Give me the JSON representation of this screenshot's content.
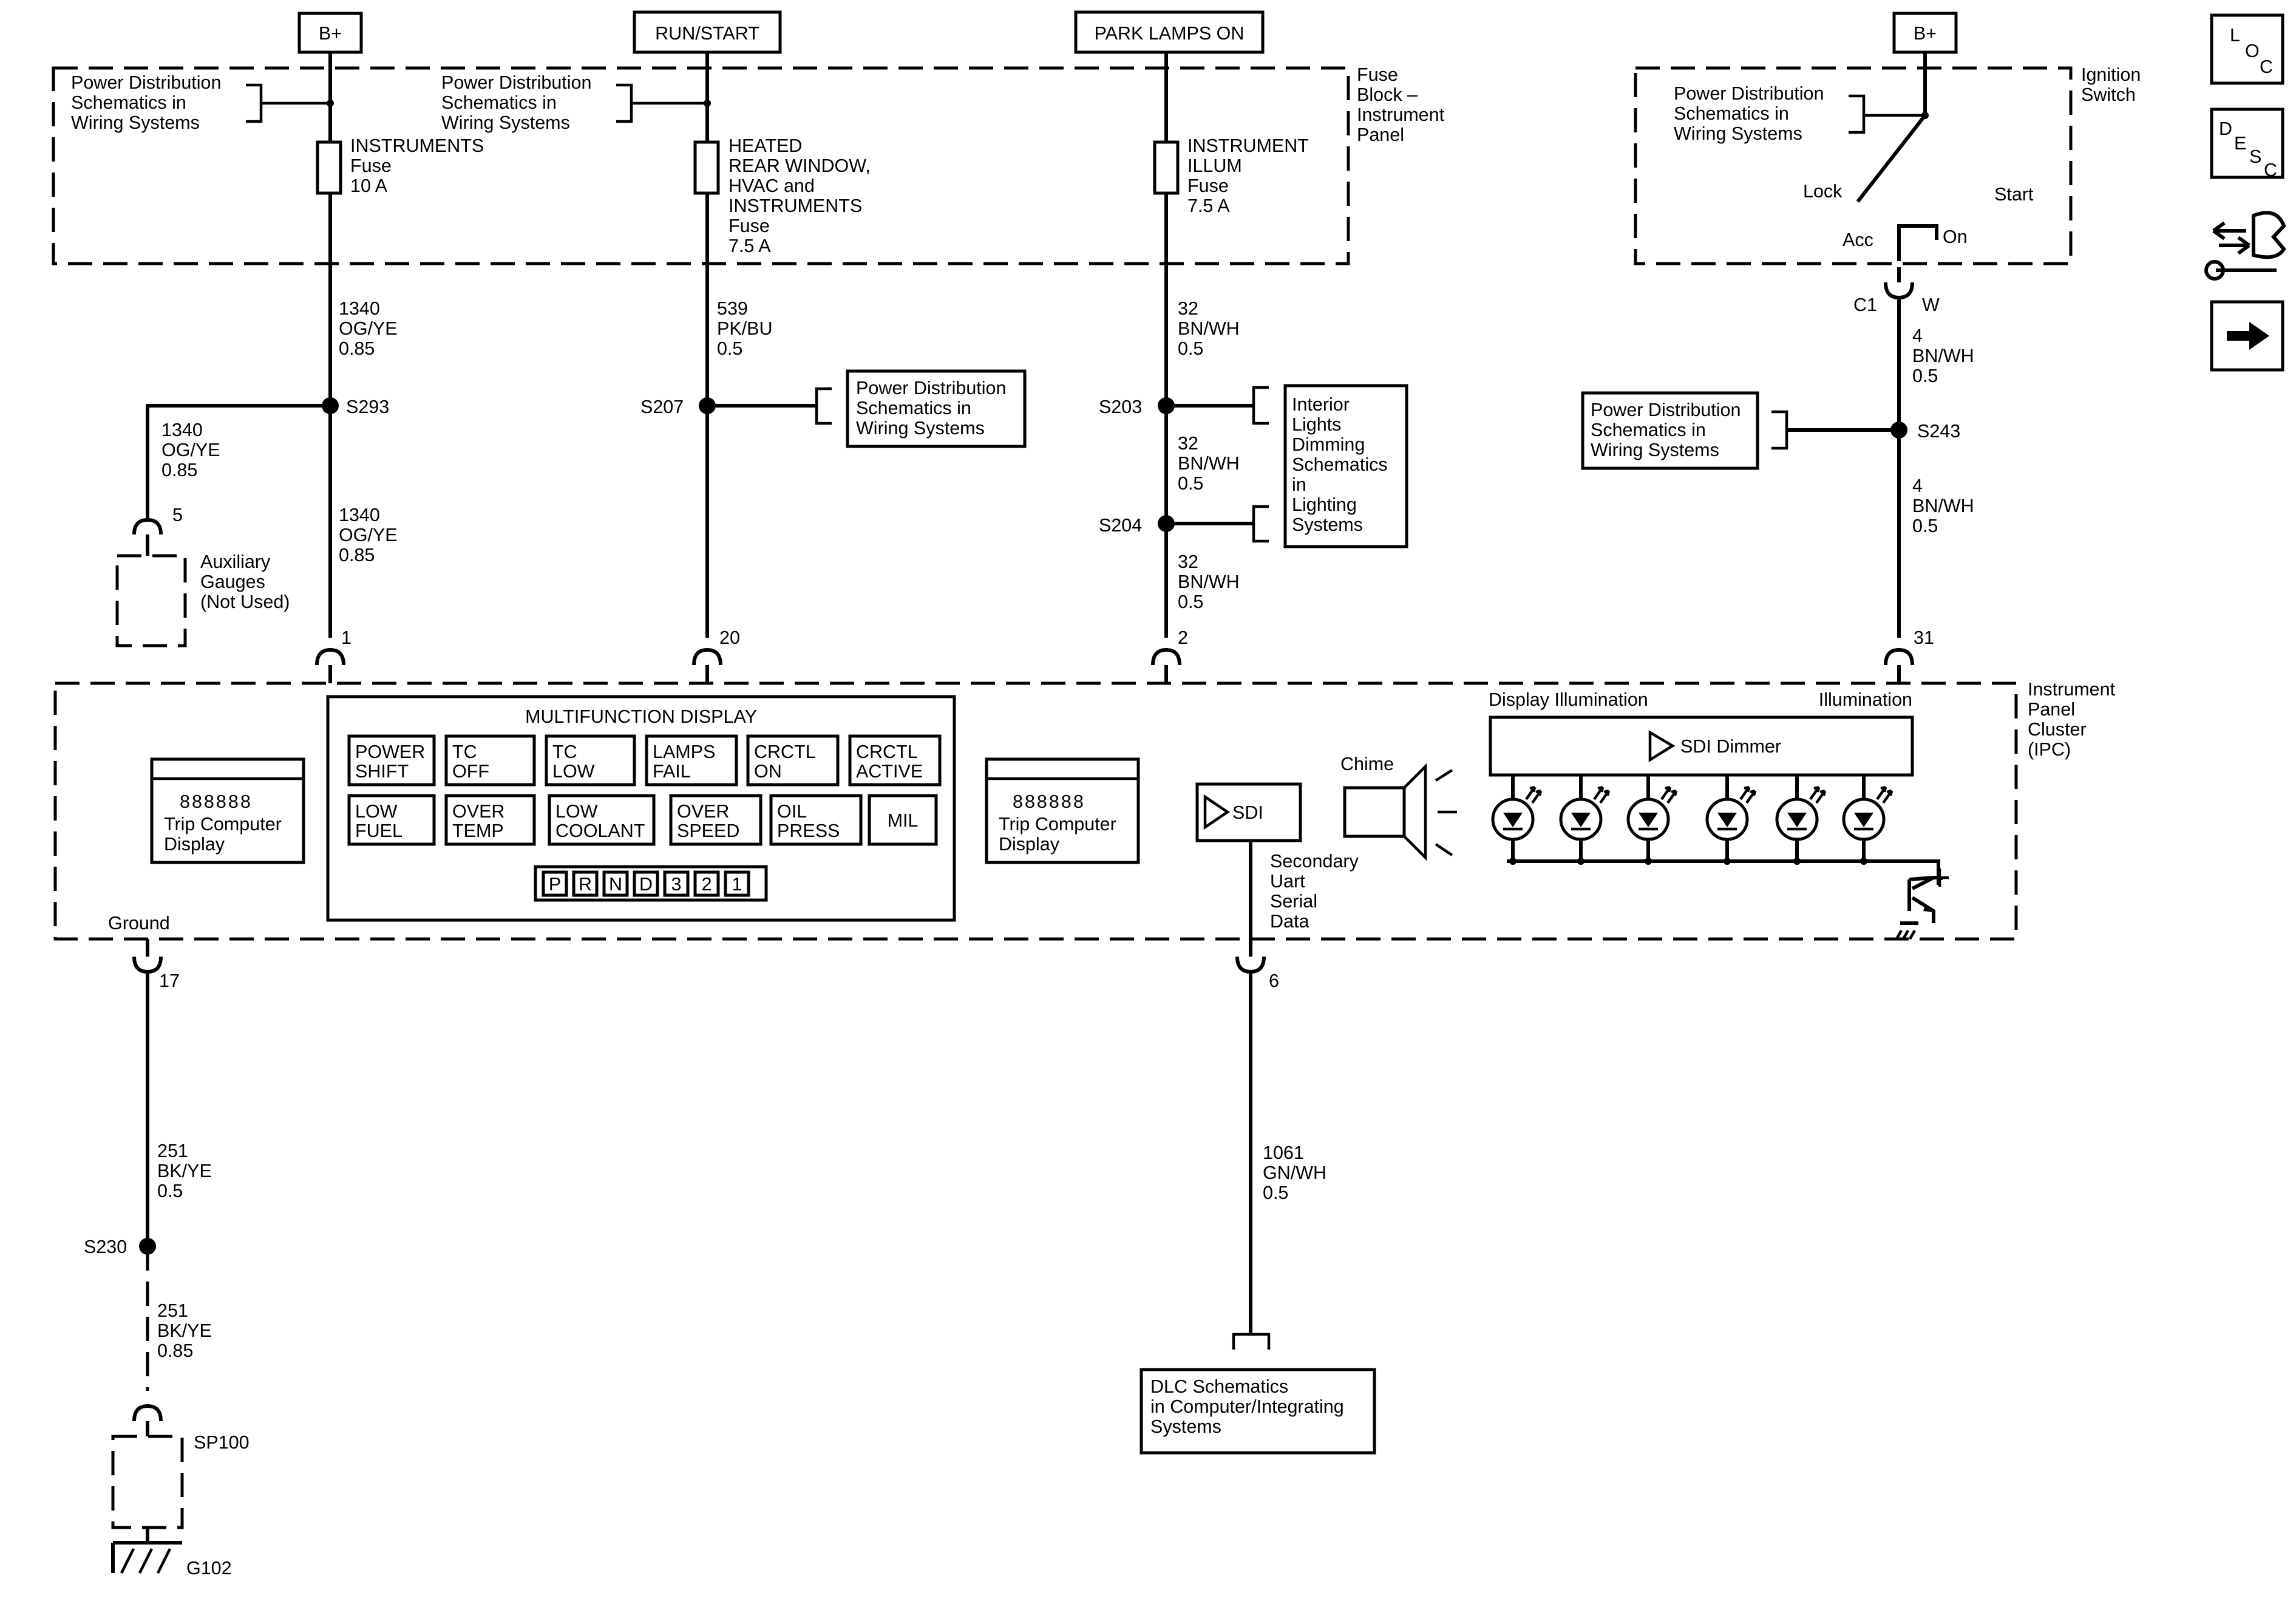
{
  "sources": {
    "b_plus_left": "B+",
    "run_start": "RUN/START",
    "park_lamps": "PARK LAMPS ON",
    "b_plus_right": "B+"
  },
  "nav": {
    "loc": [
      "L",
      "O",
      "C"
    ],
    "desc": [
      "D",
      "E",
      "S",
      "C"
    ]
  },
  "fuse_block": {
    "label": [
      "Fuse",
      "Block –",
      "Instrument",
      "Panel"
    ],
    "pd_ref": [
      "Power Distribution",
      "Schematics in",
      "Wiring Systems"
    ],
    "fuse1": [
      "INSTRUMENTS",
      "Fuse",
      "10 A"
    ],
    "fuse2": [
      "HEATED",
      "REAR WINDOW,",
      "HVAC and",
      "INSTRUMENTS",
      "Fuse",
      "7.5 A"
    ],
    "fuse3": [
      "INSTRUMENT",
      "ILLUM",
      "Fuse",
      "7.5 A"
    ]
  },
  "ignition": {
    "label": [
      "Ignition",
      "Switch"
    ],
    "pd_ref": [
      "Power Distribution",
      "Schematics in",
      "Wiring Systems"
    ],
    "lock": "Lock",
    "start": "Start",
    "acc": "Acc",
    "on": "On",
    "conn_c1": "C1",
    "conn_w": "W"
  },
  "wires": {
    "w1340": [
      "1340",
      "OG/YE",
      "0.85"
    ],
    "w539": [
      "539",
      "PK/BU",
      "0.5"
    ],
    "w32": [
      "32",
      "BN/WH",
      "0.5"
    ],
    "w4": [
      "4",
      "BN/WH",
      "0.5"
    ],
    "w251a": [
      "251",
      "BK/YE",
      "0.5"
    ],
    "w251b": [
      "251",
      "BK/YE",
      "0.85"
    ],
    "w1061": [
      "1061",
      "GN/WH",
      "0.5"
    ]
  },
  "splices": {
    "s293": "S293",
    "s207": "S207",
    "s203": "S203",
    "s204": "S204",
    "s243": "S243",
    "s230": "S230",
    "sp100": "SP100",
    "g102": "G102"
  },
  "refs": {
    "pd": [
      "Power Distribution",
      "Schematics in",
      "Wiring Systems"
    ],
    "interior": [
      "Interior",
      "Lights",
      "Dimming",
      "Schematics",
      "in",
      "Lighting",
      "Systems"
    ],
    "dlc": [
      "DLC Schematics",
      "in Computer/Integrating",
      "Systems"
    ]
  },
  "aux": {
    "pin": "5",
    "label": [
      "Auxiliary",
      "Gauges",
      "(Not Used)"
    ]
  },
  "pins": {
    "p1": "1",
    "p20": "20",
    "p2": "2",
    "p31": "31",
    "p17": "17",
    "p6": "6"
  },
  "ipc": {
    "label": [
      "Instrument",
      "Panel",
      "Cluster",
      "(IPC)"
    ],
    "display_illum": "Display Illumination",
    "illum": "Illumination",
    "sdi_dimmer": "SDI Dimmer",
    "chime": "Chime",
    "sdi": "SDI",
    "sdi_desc": [
      "Secondary",
      "Uart",
      "Serial",
      "Data"
    ],
    "ground": "Ground",
    "trip": [
      "Trip Computer",
      "Display"
    ],
    "trip_digits": "888888",
    "mfd_title": "MULTIFUNCTION DISPLAY",
    "mfd_row1": [
      [
        "POWER",
        "SHIFT"
      ],
      [
        "TC",
        "OFF"
      ],
      [
        "TC",
        "LOW"
      ],
      [
        "LAMPS",
        "FAIL"
      ],
      [
        "CRCTL",
        "ON"
      ],
      [
        "CRCTL",
        "ACTIVE"
      ]
    ],
    "mfd_row2": [
      [
        "LOW",
        "FUEL"
      ],
      [
        "OVER",
        "TEMP"
      ],
      [
        "LOW",
        "COOLANT"
      ],
      [
        "OVER",
        "SPEED"
      ],
      [
        "OIL",
        "PRESS"
      ],
      [
        "MIL"
      ]
    ],
    "prnd": [
      "P",
      "R",
      "N",
      "D",
      "3",
      "2",
      "1"
    ]
  }
}
